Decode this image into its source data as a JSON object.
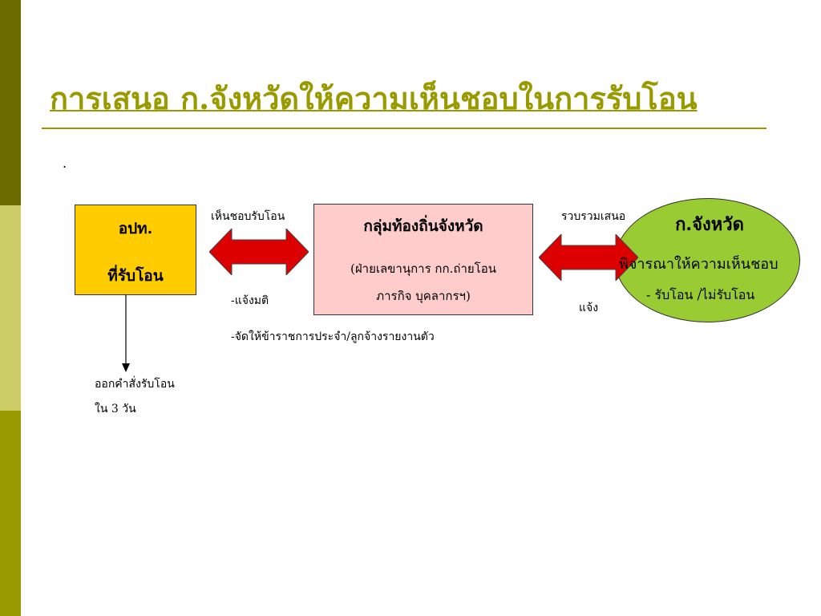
{
  "slide": {
    "title": "การเสนอ ก.จังหวัดให้ความเห็นชอบในการรับโอน",
    "dot": "."
  },
  "diagram": {
    "left_box": {
      "line1": "อปท.",
      "line2": "ที่รับโอน"
    },
    "middle_box": {
      "line1": "กลุ่มท้องถิ่นจังหวัด",
      "line2": "(ฝ่ายเลขานุการ กก.ถ่ายโอน",
      "line3": "ภารกิจ บุคลากรฯ)"
    },
    "oval": {
      "title": "ก.จังหวัด",
      "line1": "พิจารณาให้ความเห็นชอบ",
      "line2": "- รับโอน /ไม่รับโอน"
    },
    "labels": {
      "agree_transfer": "เห็นชอบรับโอน",
      "notify_resolution": "-แจ้งมติ",
      "assign_report": "-จัดให้ข้าราชการประจำ/ลูกจ้างรายงานตัว",
      "gather_propose": "รวบรวมเสนอ",
      "inform": "แจ้ง",
      "order_line1": "ออกคำสั่งรับโอน",
      "order_line2": "ใน 3 วัน"
    },
    "colors": {
      "accent": "#999900",
      "left_box": "#ffcc00",
      "middle_box": "#ffcccc",
      "oval": "#99cc33",
      "arrow": "#dd0000"
    }
  }
}
